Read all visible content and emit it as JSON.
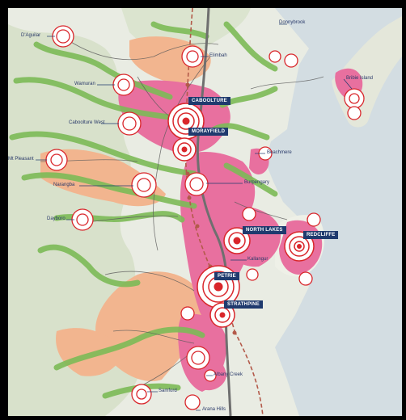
{
  "map": {
    "colors": {
      "water": "#d3dde2",
      "land": "#eef0e7",
      "terrain": "#d6e0c8",
      "urban": "#e8709f",
      "growth": "#f2b58f",
      "corridor": "#7dbb57",
      "motorway": "#6f6f6f",
      "rail": "#b35a4a",
      "center": "#d9262b",
      "label_tag": "#1f3a6e",
      "label_text": "#2a3a6a"
    },
    "major_centres": [
      "CABOOLTURE",
      "MORAYFIELD",
      "NORTH LAKES",
      "REDCLIFFE",
      "PETRIE",
      "STRATHPINE"
    ],
    "localities": [
      "Donnybrook",
      "D'Aguilar",
      "Elimbah",
      "Wamuran",
      "Bribie Island",
      "Caboolture West",
      "Beachmere",
      "Mt Pleasant",
      "Burpengary",
      "Narangba",
      "Dayboro",
      "Kallangur",
      "Albany Creek",
      "Samford",
      "Arana Hills"
    ]
  }
}
